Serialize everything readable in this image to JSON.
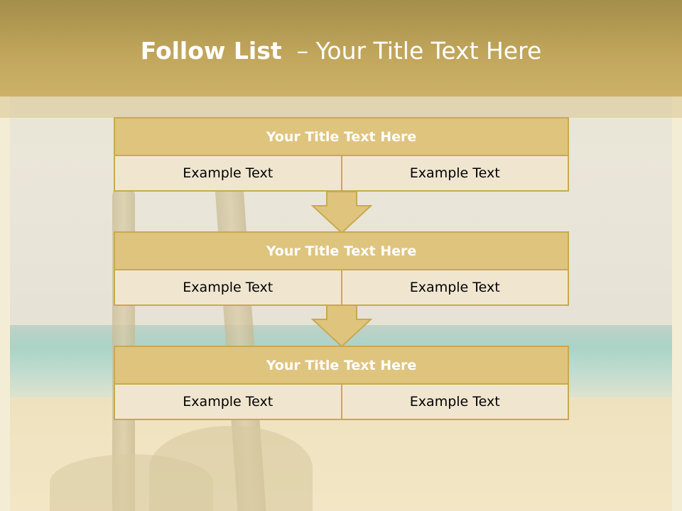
{
  "header": {
    "title_bold": "Follow List",
    "title_rest": "– Your Title Text Here"
  },
  "blocks": [
    {
      "title": "Your Title Text Here",
      "cells": [
        "Example Text",
        "Example Text"
      ]
    },
    {
      "title": "Your Title Text Here",
      "cells": [
        "Example Text",
        "Example Text"
      ]
    },
    {
      "title": "Your Title Text Here",
      "cells": [
        "Example Text",
        "Example Text"
      ]
    }
  ],
  "colors": {
    "header": "#c0a55b",
    "block_title_fill": "#dfc47e",
    "cell_fill": "#f0e6d0",
    "border": "#c9a94e",
    "arrow_fill": "#dfc47e"
  }
}
